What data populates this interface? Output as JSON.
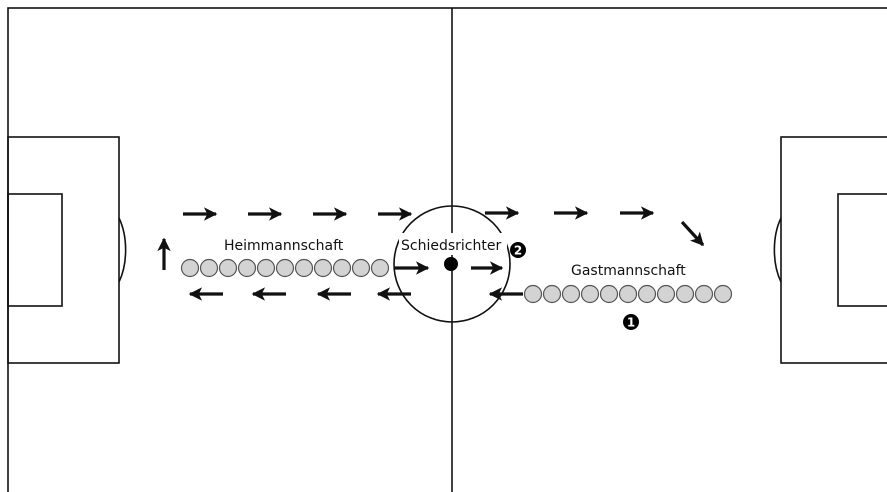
{
  "diagram": {
    "labels": {
      "home_team": "Heimmannschaft",
      "referee": "Schiedsrichter",
      "away_team": "Gastmannschaft"
    },
    "markers": {
      "marker_1": "1",
      "marker_2": "2"
    },
    "home_players_count": 11,
    "away_players_count": 11,
    "colors": {
      "line": "#111111",
      "player_fill": "#d3d3d3",
      "player_stroke": "#555555",
      "referee_dot": "#000000",
      "marker_fill": "#000000"
    }
  }
}
